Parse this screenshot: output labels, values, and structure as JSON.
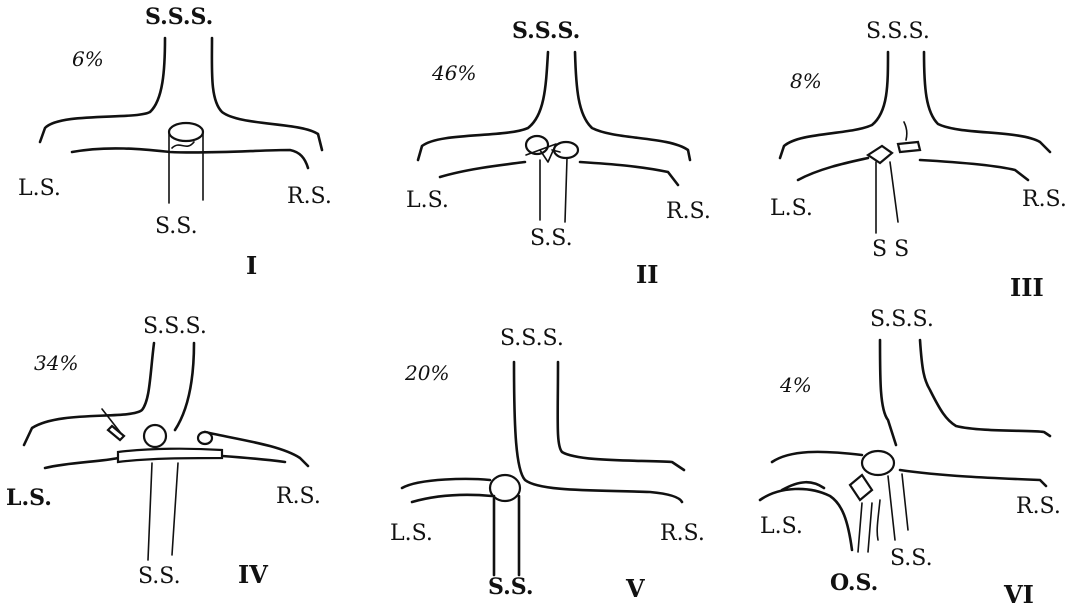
{
  "panels": [
    {
      "numeral": "I",
      "percent": "6%",
      "top": "S.S.S.",
      "left": "L.S.",
      "right": "R.S.",
      "bottom": "S.S."
    },
    {
      "numeral": "II",
      "percent": "46%",
      "top": "S.S.S.",
      "left": "L.S.",
      "right": "R.S.",
      "bottom": "S.S."
    },
    {
      "numeral": "III",
      "percent": "8%",
      "top": "S.S.S.",
      "left": "L.S.",
      "right": "R.S.",
      "bottom": "S S"
    },
    {
      "numeral": "IV",
      "percent": "34%",
      "top": "S.S.S.",
      "left": "L.S.",
      "right": "R.S.",
      "bottom": "S.S."
    },
    {
      "numeral": "V",
      "percent": "20%",
      "top": "S.S.S.",
      "left": "L.S.",
      "right": "R.S.",
      "bottom": "S.S."
    },
    {
      "numeral": "VI",
      "percent": "4%",
      "top": "S.S.S.",
      "left": "L.S.",
      "right": "R.S.",
      "bottom": "S.S.",
      "extra": "O.S."
    }
  ]
}
